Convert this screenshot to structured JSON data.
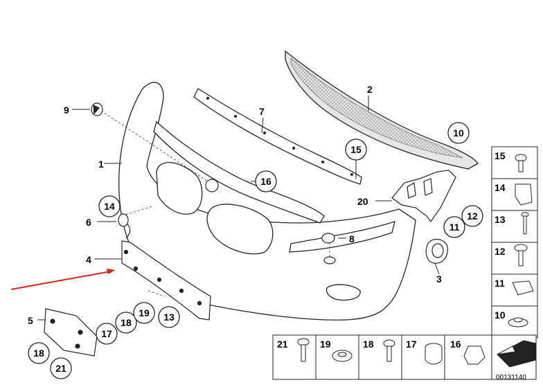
{
  "diagram": {
    "diagram_id": "00131140",
    "callouts": [
      {
        "id": "c1",
        "label": "1"
      },
      {
        "id": "c2",
        "label": "2"
      },
      {
        "id": "c3",
        "label": "3"
      },
      {
        "id": "c4",
        "label": "4"
      },
      {
        "id": "c5",
        "label": "5"
      },
      {
        "id": "c6",
        "label": "6"
      },
      {
        "id": "c7",
        "label": "7"
      },
      {
        "id": "c8",
        "label": "8"
      },
      {
        "id": "c9",
        "label": "9"
      },
      {
        "id": "c10",
        "label": "10"
      },
      {
        "id": "c11",
        "label": "11"
      },
      {
        "id": "c12",
        "label": "12"
      },
      {
        "id": "c13",
        "label": "13"
      },
      {
        "id": "c14",
        "label": "14"
      },
      {
        "id": "c15",
        "label": "15"
      },
      {
        "id": "c16",
        "label": "16"
      },
      {
        "id": "c17",
        "label": "17"
      },
      {
        "id": "c18a",
        "label": "18"
      },
      {
        "id": "c18b",
        "label": "18"
      },
      {
        "id": "c19",
        "label": "19"
      },
      {
        "id": "c20",
        "label": "20"
      },
      {
        "id": "c21",
        "label": "21"
      }
    ],
    "side_legend": [
      "15",
      "14",
      "13",
      "12",
      "11",
      "10"
    ],
    "bottom_legend": [
      "21",
      "19",
      "18",
      "17",
      "16"
    ],
    "arrow_color": "#e0201b"
  }
}
